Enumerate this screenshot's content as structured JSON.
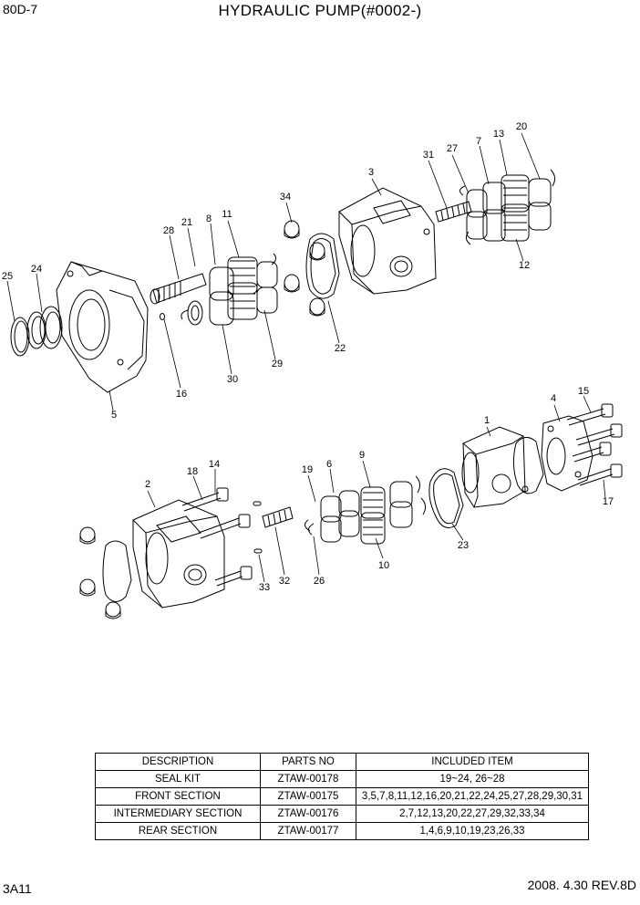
{
  "header": {
    "model": "80D-7",
    "title": "HYDRAULIC PUMP(#0002-)"
  },
  "callouts": [
    "1",
    "2",
    "3",
    "4",
    "5",
    "6",
    "7",
    "8",
    "9",
    "10",
    "11",
    "12",
    "13",
    "14",
    "15",
    "16",
    "17",
    "18",
    "19",
    "20",
    "21",
    "22",
    "23",
    "24",
    "25",
    "26",
    "27",
    "28",
    "29",
    "30",
    "31",
    "32",
    "33",
    "34"
  ],
  "table": {
    "headers": [
      "DESCRIPTION",
      "PARTS NO",
      "INCLUDED ITEM"
    ],
    "rows": [
      [
        "SEAL KIT",
        "ZTAW-00178",
        "19~24, 26~28"
      ],
      [
        "FRONT SECTION",
        "ZTAW-00175",
        "3,5,7,8,11,12,16,20,21,22,24,25,27,28,29,30,31"
      ],
      [
        "INTERMEDIARY SECTION",
        "ZTAW-00176",
        "2,7,12,13,20,22,27,29,32,33,34"
      ],
      [
        "REAR SECTION",
        "ZTAW-00177",
        "1,4,6,9,10,19,23,26,33"
      ]
    ]
  },
  "footer": {
    "page": "3A11",
    "revision": "2008. 4.30  REV.8D"
  }
}
